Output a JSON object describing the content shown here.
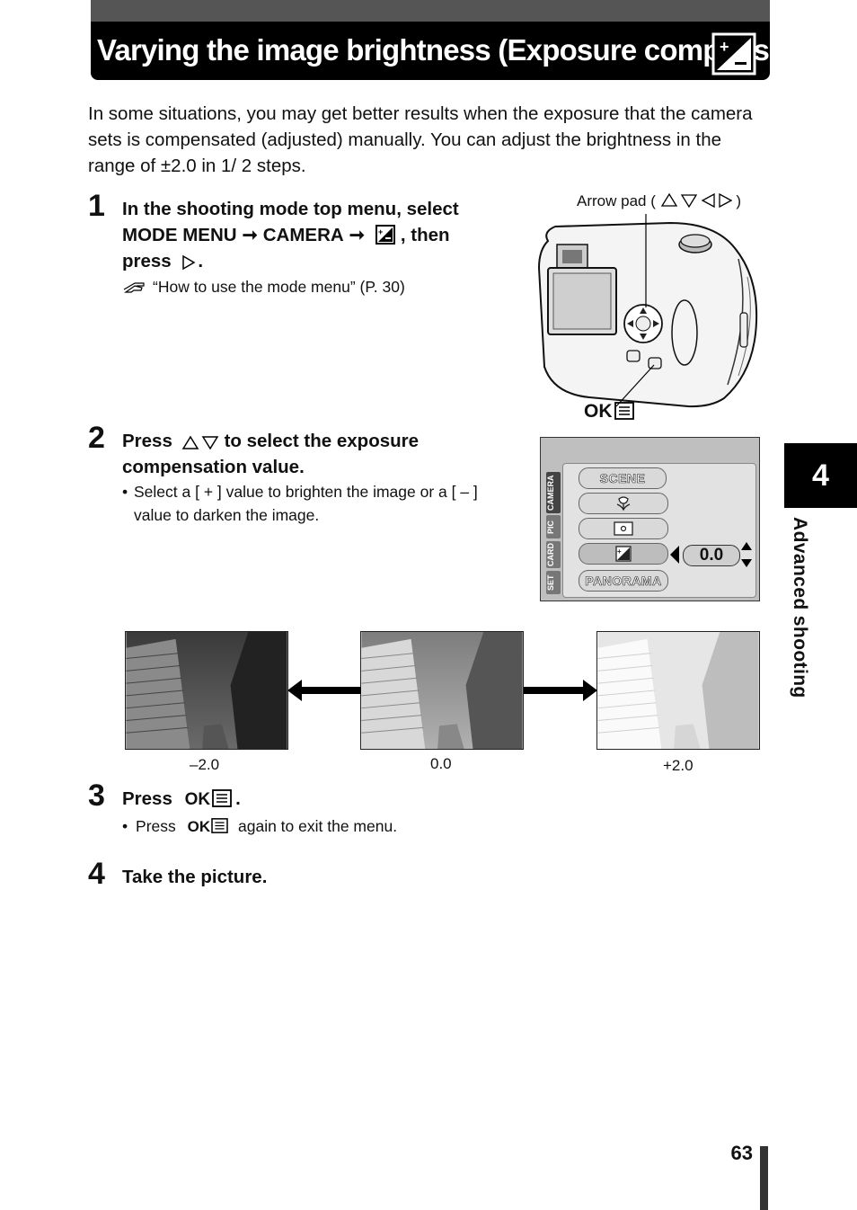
{
  "header": {
    "title": "Varying the image brightness (Exposure compensation)",
    "title_icon": "exposure-compensation-icon"
  },
  "intro": "In some situations, you may get better results when the exposure that the camera sets is compensated (adjusted) manually. You can adjust the brightness in the range of ±2.0 in 1/ 2 steps.",
  "steps": [
    {
      "number": "1",
      "line1": "In the shooting mode top menu, select",
      "mode_menu": "MODE MENU",
      "camera": "CAMERA",
      "then": ", then",
      "press": "press",
      "period": ".",
      "note": "“How to use the mode menu” (P. 30)"
    },
    {
      "number": "2",
      "press": "Press",
      "line1_rest": "to select the exposure",
      "line2": "compensation value.",
      "bullet": "Select a [ + ] value to brighten the image or a [ – ] value to darken the image."
    },
    {
      "number": "3",
      "press": "Press",
      "period": ".",
      "bullet_press": "Press",
      "bullet_rest": "again to exit the menu."
    },
    {
      "number": "4",
      "text": "Take the picture."
    }
  ],
  "camera_figure": {
    "arrow_pad_label": "Arrow pad (",
    "arrow_pad_close": ")",
    "ok_label": "OK"
  },
  "menu_screen": {
    "tabs": [
      "CAMERA",
      "PIC",
      "CARD",
      "SET"
    ],
    "items": [
      "SCENE SELECT",
      "",
      "",
      "",
      "PANORAMA"
    ],
    "value": "0.0"
  },
  "photos": {
    "captions": [
      "–2.0",
      "0.0",
      "+2.0"
    ]
  },
  "sidebar": {
    "chapter_number": "4",
    "chapter_label": "Advanced shooting"
  },
  "footer": {
    "page_number": "63"
  }
}
